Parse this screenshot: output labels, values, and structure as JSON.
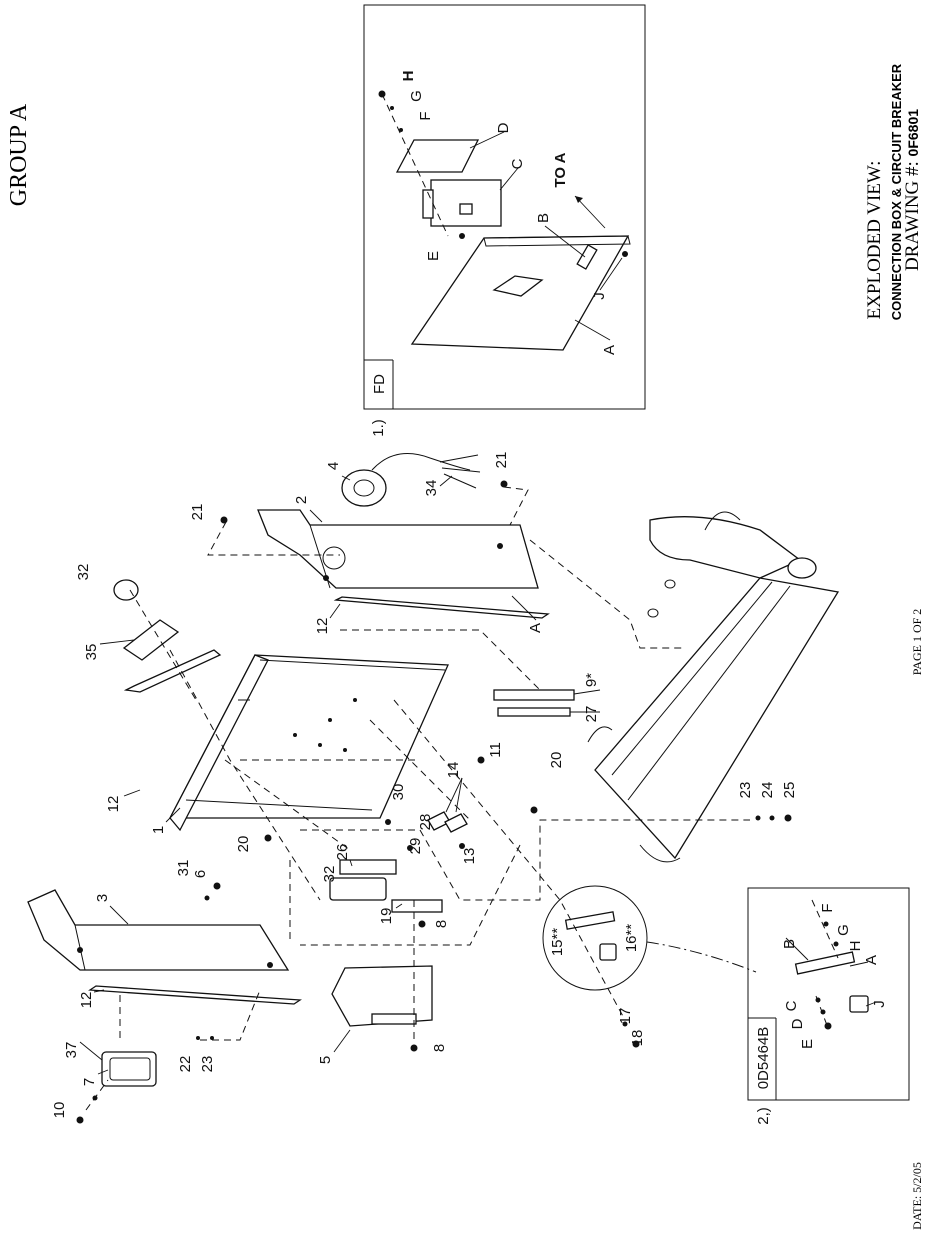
{
  "header": {
    "group": "GROUP A",
    "title": "EXPLODED VIEW:",
    "subtitle": "CONNECTION BOX & CIRCUIT BREAKER",
    "drawing_label": "DRAWING #:",
    "drawing_number": "0F6801"
  },
  "footer": {
    "page": "PAGE 1 OF 2",
    "date": "DATE: 5/2/05"
  },
  "inset_1": {
    "index": "1.)",
    "tag": "FD",
    "to_a": "TO A",
    "labels": [
      "A",
      "B",
      "C",
      "D",
      "E",
      "F",
      "G",
      "H",
      "J"
    ]
  },
  "inset_2": {
    "index": "2,)",
    "tag": "0D5464B",
    "labels": [
      "A",
      "B",
      "C",
      "D",
      "E",
      "F",
      "G",
      "H",
      "J"
    ]
  },
  "detail_circle": {
    "labels": [
      "15**",
      "16**"
    ]
  },
  "main": {
    "frame_label": "A",
    "part_numbers": [
      "1",
      "2",
      "3",
      "4",
      "5",
      "6",
      "7",
      "8",
      "8",
      "9*",
      "10",
      "11",
      "12",
      "12",
      "12",
      "13",
      "14",
      "17",
      "18",
      "19",
      "20",
      "20",
      "21",
      "21",
      "22",
      "23",
      "23",
      "24",
      "25",
      "26",
      "27",
      "28",
      "29",
      "30",
      "31",
      "32",
      "32",
      "34",
      "35",
      "37"
    ]
  }
}
